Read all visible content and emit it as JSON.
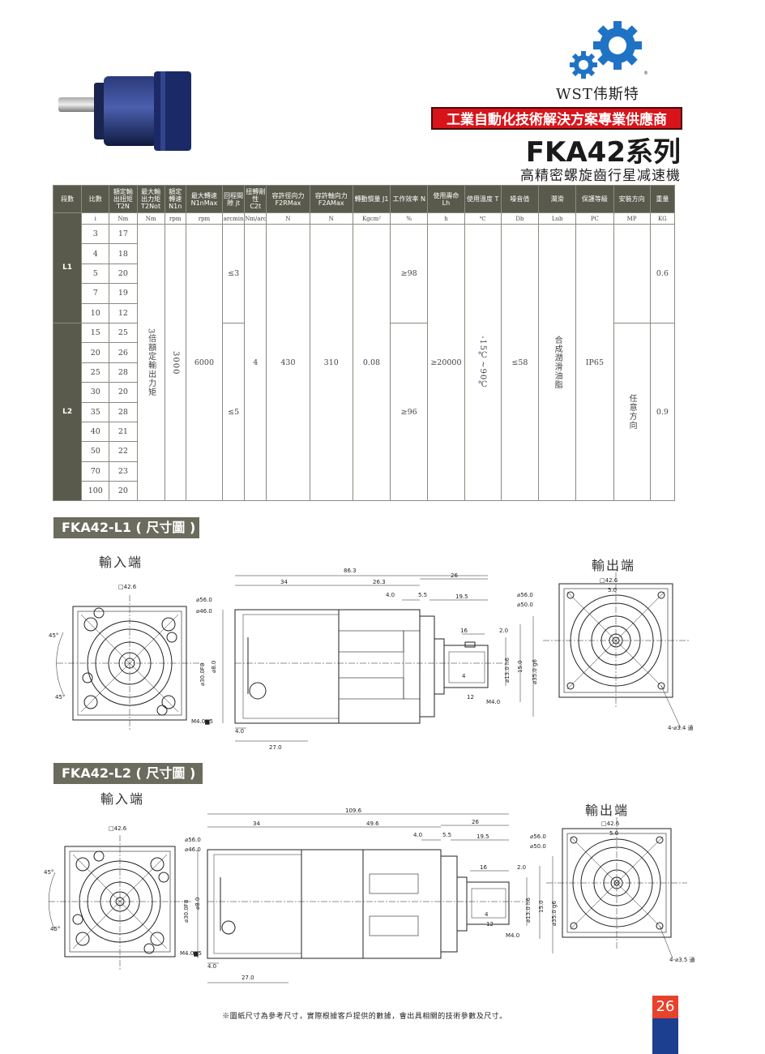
{
  "header": {
    "brand": "WST伟斯特",
    "slogan": "工業自動化技術解決方案專業供應商",
    "series": "FKA42系列",
    "subtitle": "高精密螺旋齒行星减速機"
  },
  "colors": {
    "slogan_bg": "#d7141a",
    "table_header_bg": "#5a5a4c",
    "gear_blue": "#1f73c4",
    "page_badge": "#e8412c",
    "page_strip": "#1d3f8f"
  },
  "table": {
    "headers": [
      "段數",
      "比數",
      "額定輸出扭矩 T2N",
      "最大輸出力矩 T2Not",
      "額定轉速 N1n",
      "最大轉速 N1nMax",
      "回程間隙 jt",
      "扭轉剛性 C2t",
      "容許徑向力 F2RMax",
      "容許軸向力 F2AMax",
      "轉動慣量 J1",
      "工作效率 N",
      "使用壽命 Lh",
      "使用溫度 T",
      "噪音值",
      "潤滑",
      "保護等級",
      "安裝方向",
      "重量"
    ],
    "units": [
      "i",
      "Nm",
      "Nm",
      "rpm",
      "rpm",
      "arcmin",
      "Nm/arcmin",
      "N",
      "N",
      "Kgcm²",
      "%",
      "h",
      "℃",
      "Db",
      "Lub",
      "PC",
      "MP",
      "KG"
    ],
    "stages": [
      {
        "label": "L1",
        "rows": [
          [
            "3",
            "17"
          ],
          [
            "4",
            "18"
          ],
          [
            "5",
            "20"
          ],
          [
            "7",
            "19"
          ],
          [
            "10",
            "12"
          ]
        ],
        "backlash": "≤3",
        "efficiency": "≥98",
        "weight": "0.6"
      },
      {
        "label": "L2",
        "rows": [
          [
            "15",
            "25"
          ],
          [
            "20",
            "26"
          ],
          [
            "25",
            "28"
          ],
          [
            "30",
            "20"
          ],
          [
            "35",
            "28"
          ],
          [
            "40",
            "21"
          ],
          [
            "50",
            "22"
          ],
          [
            "70",
            "23"
          ],
          [
            "100",
            "20"
          ]
        ],
        "backlash": "≤5",
        "efficiency": "≥96",
        "weight": "0.9"
      }
    ],
    "shared": {
      "t2not": "3倍額定輸出力矩",
      "n1n": "3000",
      "n1nmax": "6000",
      "c2t": "4",
      "f2r": "430",
      "f2a": "310",
      "j1": "0.08",
      "life": "≥20000",
      "temp": "-15℃~90℃",
      "noise": "≤58",
      "lube": "合成潤滑油脂",
      "ip": "IP65",
      "mount": "任意方向"
    }
  },
  "drawing_l1": {
    "title": "FKA42-L1 ( 尺寸圖 )",
    "input_label": "輸入端",
    "output_label": "輸出端",
    "dims": {
      "sq_in": "□42.6",
      "d56_in": "⌀56.0",
      "d46": "⌀46.0",
      "a45a": "45°",
      "a45b": "45°",
      "m4_5": "M4.0▆5",
      "len_total": "86.3",
      "len_34": "34",
      "len_26_3": "26.3",
      "len_26": "26",
      "len_4": "4.0",
      "len_5_5": "5.5",
      "len_19_5": "19.5",
      "len_16": "16",
      "len_2": "2.0",
      "len_4s": "4",
      "len_12": "12",
      "m4": "M4.0",
      "d30f8": "⌀30.0F8",
      "d8": "⌀8.0",
      "d13h6": "⌀13.0 h6",
      "d15": "15.0",
      "d35g6": "⌀35.0 g6",
      "len_4_0b": "4.0",
      "len_27": "27.0",
      "sq_out": "□42.6",
      "d5": "5.0",
      "d56_out": "⌀56.0",
      "d50": "⌀50.0",
      "holes": "4-⌀3.4 通"
    }
  },
  "drawing_l2": {
    "title": "FKA42-L2 ( 尺寸圖 )",
    "input_label": "輸入端",
    "output_label": "輸出端",
    "dims": {
      "sq_in": "□42.6",
      "d56_in": "⌀56.0",
      "d46": "⌀46.0",
      "a45a": "45°",
      "a45b": "45°",
      "m4_5": "M4.0▆5",
      "len_total": "109.6",
      "len_34": "34",
      "len_49": "49.6",
      "len_26": "26",
      "len_4": "4.0",
      "len_5_5": "5.5",
      "len_19_5": "19.5",
      "len_16": "16",
      "len_2": "2.0",
      "len_4s": "4",
      "len_12": "12",
      "m4": "M4.0",
      "d30f8": "⌀30.0F8",
      "d8": "⌀8.0",
      "d13h6": "⌀13.0 h6",
      "d15": "15.0",
      "d35g6": "⌀35.0 g6",
      "len_4_0b": "4.0",
      "len_27": "27.0",
      "sq_out": "□42.6",
      "d5": "5.0",
      "d56_out": "⌀56.0",
      "d50": "⌀50.0",
      "holes": "4-⌀3.5 通"
    }
  },
  "footer": {
    "note": "※圖紙尺寸為參考尺寸，實際根據客戶提供的數據，會出具相關的技術參數及尺寸。",
    "page": "26"
  }
}
